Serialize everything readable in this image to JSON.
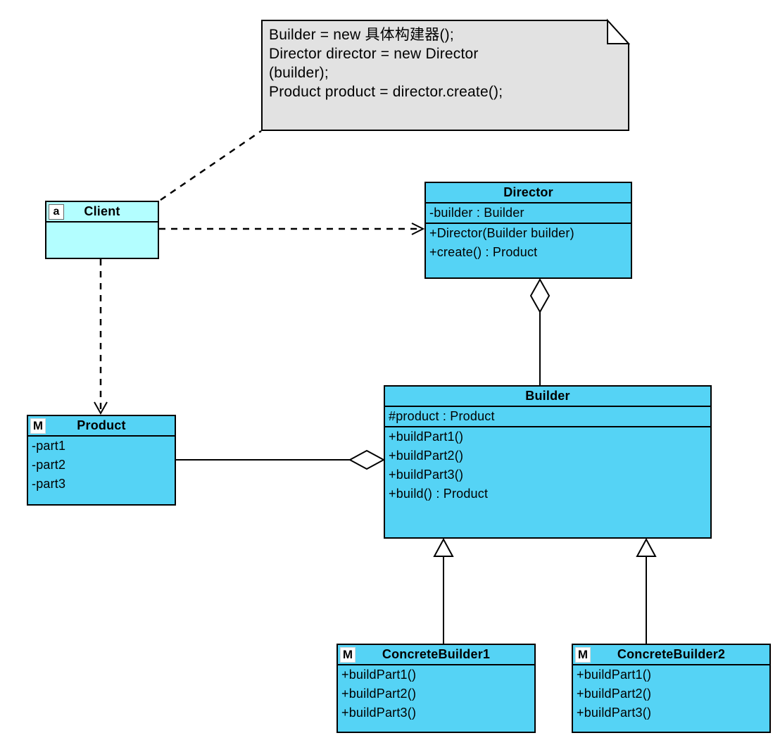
{
  "colors": {
    "class_fill": "#55D3F5",
    "client_fill": "#B3FEFF",
    "note_fill": "#E2E2E2",
    "line": "#000000"
  },
  "note": {
    "lines": [
      "Builder = new 具体构建器();",
      "Director director = new Director",
      "(builder);",
      "Product product = director.create();"
    ]
  },
  "classes": {
    "client": {
      "badge": "a",
      "title": "Client"
    },
    "director": {
      "title": "Director",
      "attributes": [
        "-builder : Builder"
      ],
      "methods": [
        "+Director(Builder builder)",
        "+create() : Product"
      ]
    },
    "builder": {
      "title": "Builder",
      "attributes": [
        "#product : Product"
      ],
      "methods": [
        "+buildPart1()",
        "+buildPart2()",
        "+buildPart3()",
        "+build() : Product"
      ]
    },
    "product": {
      "badge": "M",
      "title": "Product",
      "attributes": [
        "-part1",
        "-part2",
        "-part3"
      ]
    },
    "concrete_builder1": {
      "badge": "M",
      "title": "ConcreteBuilder1",
      "methods": [
        "+buildPart1()",
        "+buildPart2()",
        "+buildPart3()"
      ]
    },
    "concrete_builder2": {
      "badge": "M",
      "title": "ConcreteBuilder2",
      "methods": [
        "+buildPart1()",
        "+buildPart2()",
        "+buildPart3()"
      ]
    }
  },
  "relationships": [
    {
      "type": "anchor",
      "from": "Client",
      "to": "note",
      "style": "dashed"
    },
    {
      "type": "dependency",
      "from": "Client",
      "to": "Director",
      "style": "dashed, open arrowhead at Director"
    },
    {
      "type": "dependency",
      "from": "Client",
      "to": "Product",
      "style": "dashed, open arrowhead at Product"
    },
    {
      "type": "aggregation",
      "from": "Director",
      "to": "Builder",
      "diamond_at": "Director"
    },
    {
      "type": "aggregation",
      "from": "Builder",
      "to": "Product",
      "diamond_at": "Builder"
    },
    {
      "type": "generalization",
      "from": "ConcreteBuilder1",
      "to": "Builder",
      "triangle_at": "Builder"
    },
    {
      "type": "generalization",
      "from": "ConcreteBuilder2",
      "to": "Builder",
      "triangle_at": "Builder"
    }
  ]
}
